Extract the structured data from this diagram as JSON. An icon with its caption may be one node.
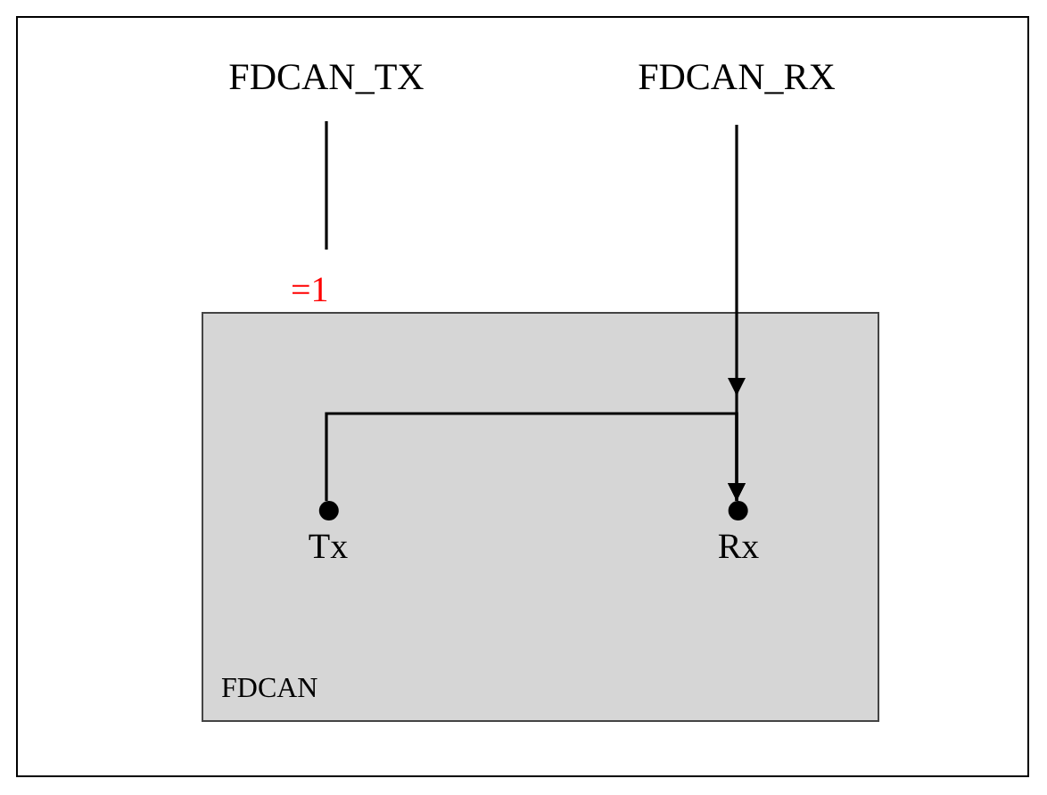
{
  "diagram": {
    "nodes": [
      {
        "text": [
          "FDCAN_TX"
        ]
      },
      {
        "text": [
          "FDCAN_RX"
        ]
      },
      {
        "text": [
          "FDCAN"
        ]
      },
      {
        "text": [
          "Tx"
        ],
        "in": 2
      },
      {
        "text": [
          "Rx"
        ],
        "in": 2
      }
    ],
    "edges": [
      {
        "from": 0,
        "to": null,
        "arrow": "none"
      },
      {
        "from": 1,
        "to": 4,
        "arrow": "to"
      },
      {
        "from": 3,
        "to": 4,
        "arrow": "to"
      }
    ],
    "labels": [
      "=1"
    ]
  }
}
